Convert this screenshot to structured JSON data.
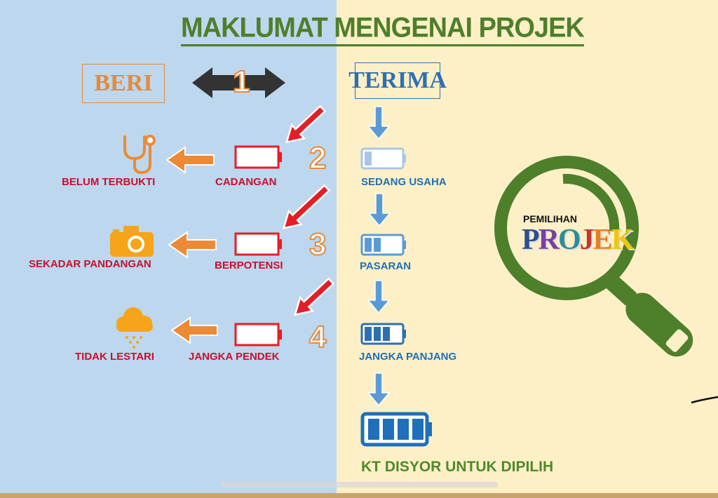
{
  "title": "MAKLUMAT MENGENAI PROJEK",
  "beri": "BERI",
  "terima": "TERIMA",
  "center_number": "1",
  "rows": [
    {
      "number": "2",
      "beri_label": "CADANGAN",
      "outcome_label": "BELUM TERBUKTI",
      "terima_label": "SEDANG USAHA",
      "outcome_icon": "stethoscope-icon",
      "terima_level": 1
    },
    {
      "number": "3",
      "beri_label": "BERPOTENSI",
      "outcome_label": "SEKADAR PANDANGAN",
      "terima_label": "PASARAN",
      "outcome_icon": "camera-icon",
      "terima_level": 2
    },
    {
      "number": "4",
      "beri_label": "JANGKA PENDEK",
      "outcome_label": "TIDAK LESTARI",
      "terima_label": "JANGKA PANJANG",
      "outcome_icon": "rain-cloud-icon",
      "terima_level": 3
    }
  ],
  "final_label": "KT DISYOR UNTUK DIPILIH",
  "final_battery_level": 4,
  "magnifier": {
    "line1": "PEMILIHAN",
    "word": "PROJEK",
    "word_colors": [
      "#2e4f8f",
      "#7a3fa0",
      "#2e8b9a",
      "#c0392b",
      "#e67e22",
      "#f1c40f"
    ]
  },
  "colors": {
    "left_bg": "#bdd7ee",
    "right_bg": "#fdf0c6",
    "title_green": "#4e7f2b",
    "orange": "#e58a3b",
    "red": "#c8102e",
    "blue": "#2e6fb1",
    "magnifier_green": "#4e7f2b"
  }
}
